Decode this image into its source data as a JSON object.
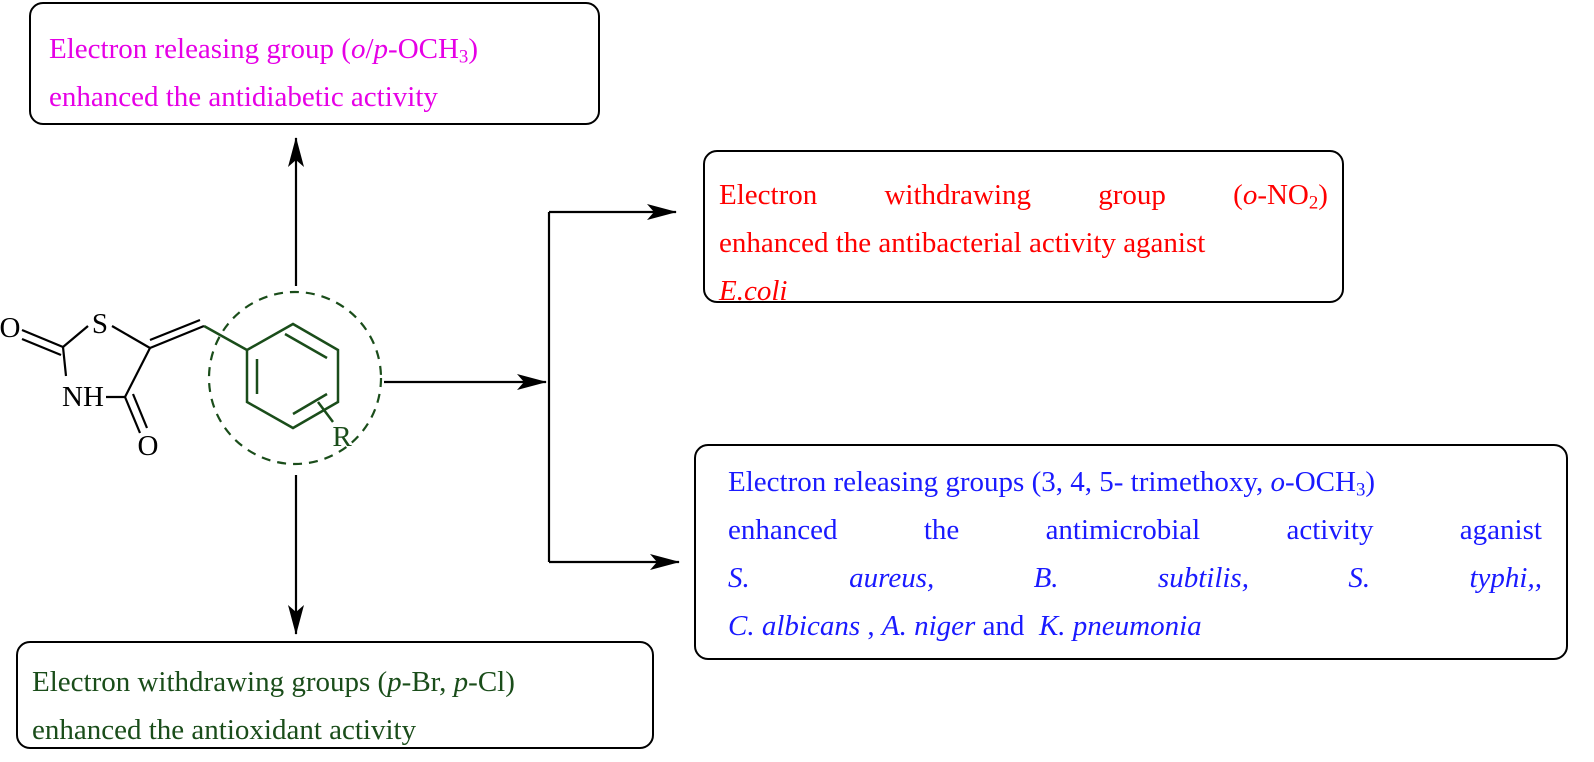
{
  "colors": {
    "antidiabetic": "#e600e6",
    "antibacterial": "#ff0000",
    "antimicrobial": "#1a1aff",
    "antioxidant": "#1a4d1a",
    "structure": "#000000",
    "ring": "#1a4d1a"
  },
  "structure": {
    "atom_S": "S",
    "atom_O_left": "O",
    "atom_NH": "NH",
    "atom_O_bottom": "O",
    "substituent_R": "R"
  },
  "boxes": {
    "antidiabetic": {
      "l1_a": "Electron releasing group (",
      "l1_o": "o",
      "l1_slash": "/",
      "l1_p": "p",
      "l1_b": "-OCH",
      "l1_sub": "3",
      "l1_c": ")",
      "line2": "enhanced the antidiabetic activity"
    },
    "antibacterial": {
      "w1": "Electron",
      "w2": "withdrawing",
      "w3": "group",
      "w4_a": "(",
      "w4_o": "o",
      "w4_b": "-NO",
      "w4_sub": "2",
      "w4_c": ")",
      "line2": "enhanced the antibacterial activity aganist",
      "line3": "E.coli"
    },
    "antimicrobial": {
      "l1_a": "Electron releasing groups (3, 4, 5- trimethoxy, ",
      "l1_o": "o",
      "l1_b": "-OCH",
      "l1_sub": "3",
      "l1_c": ")",
      "l2_w1": "enhanced",
      "l2_w2": "the",
      "l2_w3": "antimicrobial",
      "l2_w4": "activity",
      "l2_w5": "aganist",
      "l3_w1": "S.",
      "l3_w2": "aureus,",
      "l3_w3": "B.",
      "l3_w4": "subtilis,",
      "l3_w5": "S.",
      "l3_w6": "typhi,,",
      "l4_a": "C. albicans",
      "l4_b": " , ",
      "l4_c": "A. niger",
      "l4_d": " and  ",
      "l4_e": "K. pneumonia"
    },
    "antioxidant": {
      "l1_a": "Electron withdrawing groups (",
      "l1_p1": "p",
      "l1_b": "-Br, ",
      "l1_p2": "p",
      "l1_c": "-Cl)",
      "line2": "enhanced the antioxidant activity"
    }
  }
}
